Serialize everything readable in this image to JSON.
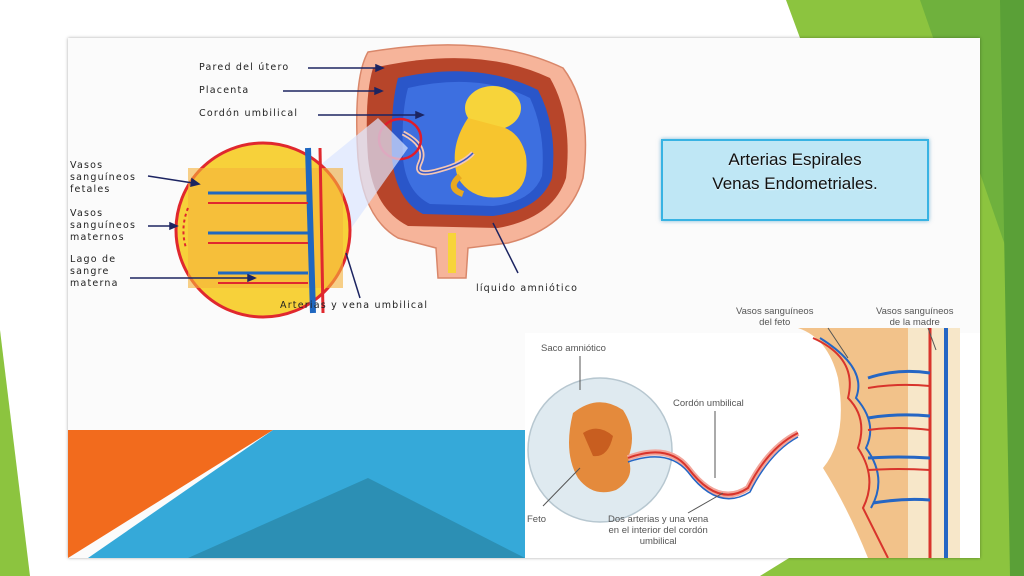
{
  "slide": {
    "colors": {
      "green": "#8cc43f",
      "dark_green": "#5aa037",
      "orange": "#f26b1d",
      "blue": "#35a9d9",
      "teal": "#2c8fb4"
    }
  },
  "callout": {
    "line1": "Arterias Espirales",
    "line2": "Venas Endometriales."
  },
  "diagram_top": {
    "labels": {
      "pared": "Pared del útero",
      "placenta": "Placenta",
      "cordon": "Cordón umbilical",
      "vasos_fetales": "Vasos\nsanguíneos\nfetales",
      "vasos_maternos": "Vasos\nsanguíneos\nmaternos",
      "lago": "Lago de\nsangre\nmaterna",
      "arterias_vena": "Arterias y vena umbilical",
      "liquido": "líquido amniótico"
    }
  },
  "diagram_bottom": {
    "labels": {
      "saco": "Saco amniótico",
      "cordon": "Cordón umbilical",
      "feto": "Feto",
      "dos_arterias": "Dos arterias y una vena\nen el interior del cordón\numbilical",
      "vasos_feto": "Vasos sanguíneos\ndel feto",
      "vasos_madre": "Vasos sanguíneos\nde la madre"
    }
  }
}
